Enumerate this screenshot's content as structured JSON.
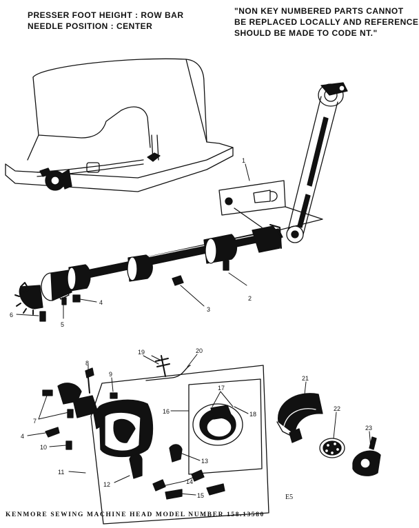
{
  "header": {
    "left_lines": [
      "PRESSER FOOT HEIGHT : ROW BAR",
      "NEEDLE POSITION : CENTER"
    ],
    "right_lines": [
      "\"NON KEY NUMBERED PARTS CANNOT",
      "BE REPLACED LOCALLY AND REFERENCE",
      "SHOULD BE MADE TO CODE NT.\""
    ]
  },
  "callouts": {
    "p1": "1",
    "p2": "2",
    "p3": "3",
    "p4": "4",
    "p4b": "4",
    "p5": "5",
    "p6": "6",
    "p7": "7",
    "p8": "8",
    "p9": "9",
    "p10": "10",
    "p11": "11",
    "p12": "12",
    "p13": "13",
    "p14": "14",
    "p15": "15",
    "p16": "16",
    "p17": "17",
    "p18": "18",
    "p19": "19",
    "p20": "20",
    "p21": "21",
    "p22": "22",
    "p23": "23"
  },
  "figure_code": "E5",
  "footer": "KENMORE SEWING MACHINE HEAD MODEL NUMBER 158.13580"
}
